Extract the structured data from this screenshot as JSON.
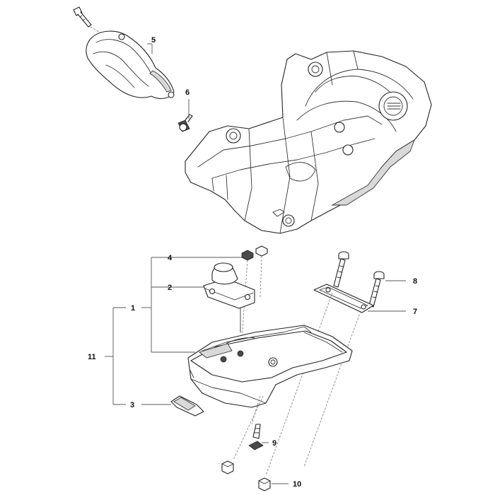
{
  "callouts": {
    "c1": "1",
    "c2": "2",
    "c3": "3",
    "c4": "4",
    "c5": "5",
    "c6": "6",
    "c7": "7",
    "c8": "8",
    "c9": "9",
    "c10": "10",
    "c11": "11"
  },
  "colors": {
    "line": "#222222",
    "leader": "#555555",
    "fill": "#ffffff",
    "shade": "#d9d9d9"
  }
}
